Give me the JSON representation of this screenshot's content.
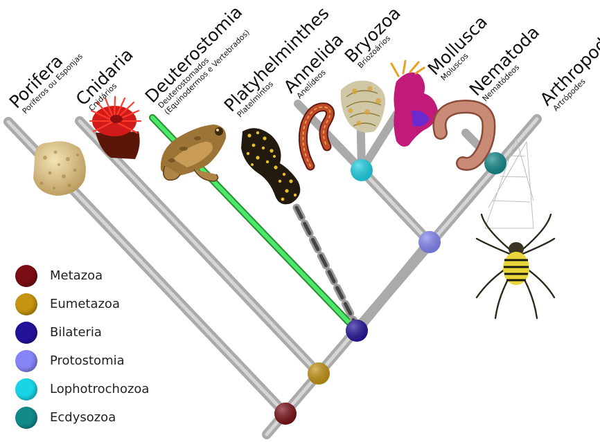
{
  "taxa": [
    {
      "name": "Porifera",
      "common": "Poríferos ou Esponjas"
    },
    {
      "name": "Cnidaria",
      "common": "Cnidários"
    },
    {
      "name": "Deuterostomia",
      "common": "Deuterostomados",
      "common2": "(Equinodermos e Vertebrados)"
    },
    {
      "name": "Platyhelminthes",
      "common": "Platelmintos"
    },
    {
      "name": "Annelida",
      "common": "Anelídeos"
    },
    {
      "name": "Bryozoa",
      "common": "Briozoários"
    },
    {
      "name": "Mollusca",
      "common": "Moluscos"
    },
    {
      "name": "Nematoda",
      "common": "Nematódeos"
    },
    {
      "name": "Arthropoda",
      "common": "Artrópodes"
    }
  ],
  "legend": [
    {
      "label": "Metazoa",
      "color": "#7a0e14"
    },
    {
      "label": "Eumetazoa",
      "color": "#c49412"
    },
    {
      "label": "Bilateria",
      "color": "#22129a"
    },
    {
      "label": "Protostomia",
      "color": "#8585f5"
    },
    {
      "label": "Lophotrochozoa",
      "color": "#1ad4e6"
    },
    {
      "label": "Ecdysozoa",
      "color": "#138a8a"
    }
  ],
  "highlight_color": "#4be86a",
  "illustrations": [
    "sponge",
    "sea-anemone",
    "frog",
    "flatworm",
    "earthworm",
    "bryozoan",
    "sea-slug",
    "nematode-worm",
    "spider"
  ]
}
